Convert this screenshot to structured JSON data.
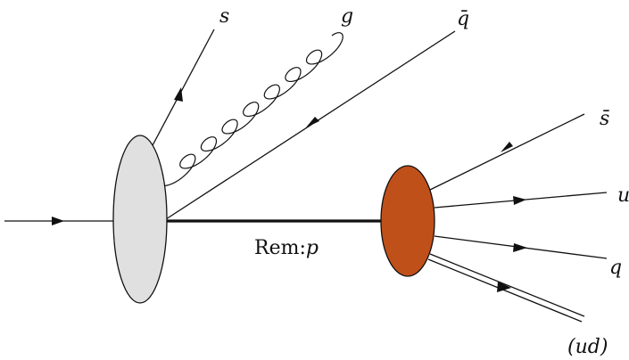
{
  "diagram": {
    "labels": {
      "s": "s",
      "g": "g",
      "qbar": "q̄",
      "sbar": "s̄",
      "u": "u",
      "q": "q",
      "ud": "(ud)",
      "rem_prefix": "Rem:",
      "rem_particle": "p"
    },
    "colors": {
      "proton_blob": "#e0e0e0",
      "remnant_blob": "#c0501a",
      "line": "#111111"
    }
  }
}
